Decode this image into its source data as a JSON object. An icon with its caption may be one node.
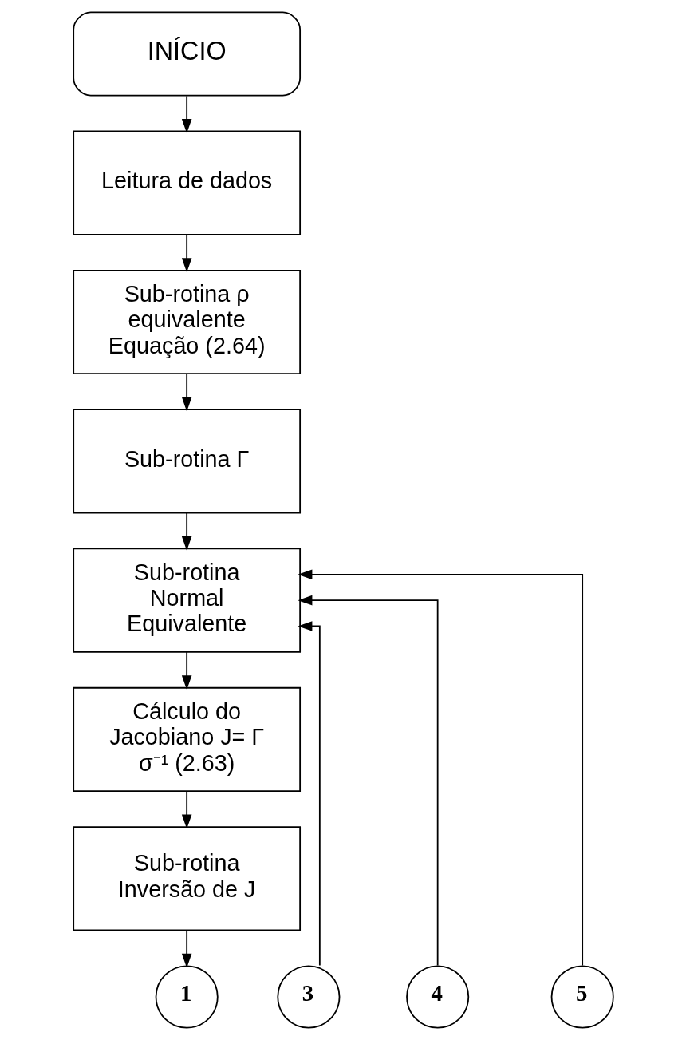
{
  "diagram": {
    "nodes": [
      {
        "text": [
          "INÍCIO"
        ]
      },
      {
        "text": [
          "Leitura de dados"
        ]
      },
      {
        "text": [
          "Sub-rotina ρ equivalente Equação (2.64)"
        ]
      },
      {
        "text": [
          "Sub-rotina Γ"
        ]
      },
      {
        "text": [
          "Sub-rotina Normal Equivalente"
        ]
      },
      {
        "text": [
          "Cálculo do Jacobiano J= Γ σ⁻¹ (2.63)"
        ]
      },
      {
        "text": [
          "Sub-rotina Inversão de J"
        ]
      },
      {
        "text": [
          "1"
        ]
      },
      {
        "text": [
          "3"
        ]
      },
      {
        "text": [
          "4"
        ]
      },
      {
        "text": [
          "5"
        ]
      }
    ],
    "edges": [
      {
        "from": 0,
        "to": 1,
        "arrow": "to"
      },
      {
        "from": 1,
        "to": 2,
        "arrow": "to"
      },
      {
        "from": 2,
        "to": 3,
        "arrow": "to"
      },
      {
        "from": 3,
        "to": 4,
        "arrow": "to"
      },
      {
        "from": 8,
        "to": 4,
        "arrow": "to"
      },
      {
        "from": 9,
        "to": 4,
        "arrow": "to"
      },
      {
        "from": 10,
        "to": 4,
        "arrow": "to"
      },
      {
        "from": 4,
        "to": 5,
        "arrow": "to"
      },
      {
        "from": 5,
        "to": 6,
        "arrow": "to"
      },
      {
        "from": 6,
        "to": 7,
        "arrow": "to"
      }
    ]
  }
}
